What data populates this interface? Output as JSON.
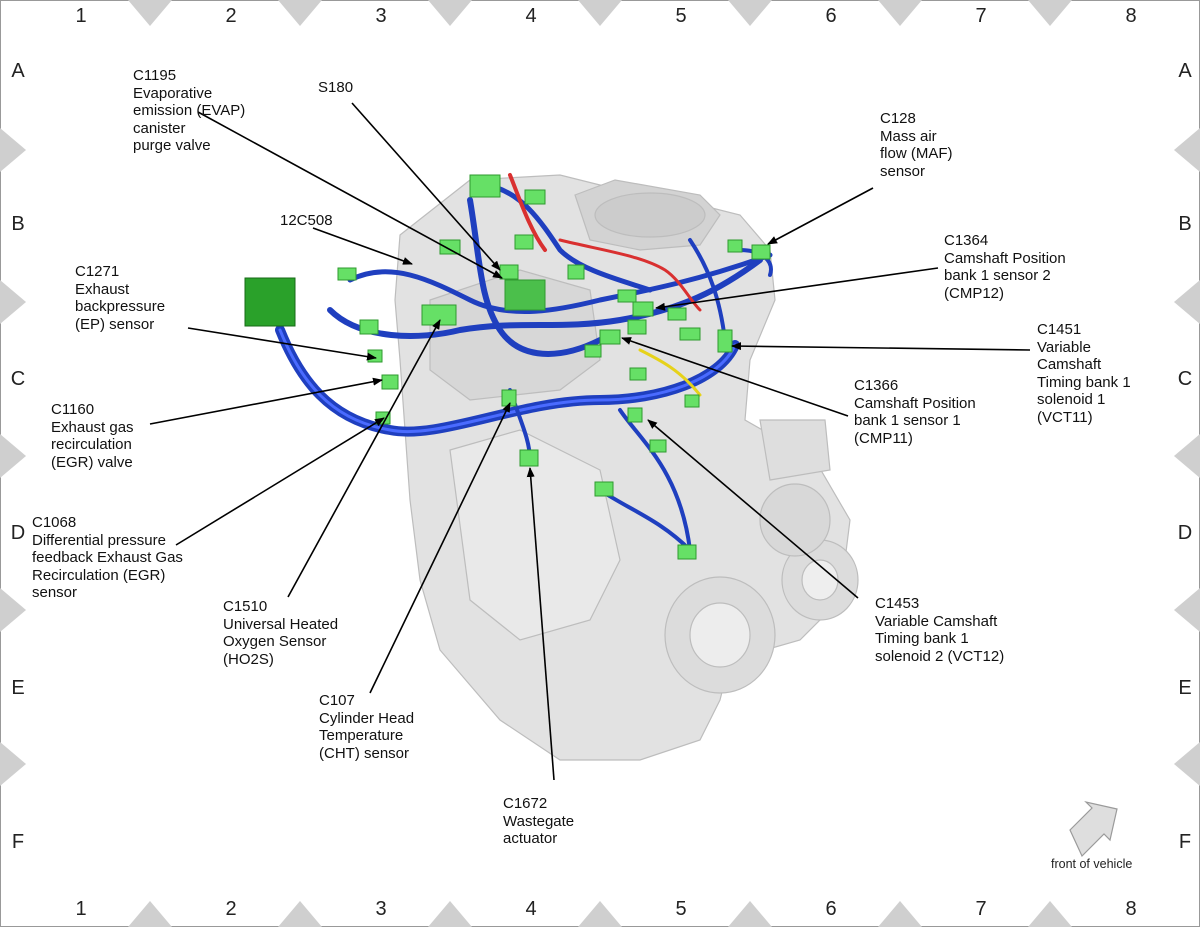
{
  "grid": {
    "columns": [
      "1",
      "2",
      "3",
      "4",
      "5",
      "6",
      "7",
      "8"
    ],
    "rows": [
      "A",
      "B",
      "C",
      "D",
      "E",
      "F"
    ]
  },
  "callouts": {
    "c1195": "C1195\nEvaporative\nemission (EVAP)\ncanister\npurge valve",
    "s180": "S180",
    "c128": "C128\nMass air\nflow (MAF)\nsensor",
    "c12c508": "12C508",
    "c1364": "C1364\nCamshaft Position\nbank 1 sensor 2\n(CMP12)",
    "c1271": "C1271\nExhaust\nbackpressure\n(EP) sensor",
    "c1451": "C1451\nVariable\nCamshaft\nTiming bank 1\nsolenoid 1\n(VCT11)",
    "c1366": "C1366\nCamshaft Position\nbank 1 sensor 1\n(CMP11)",
    "c1160": "C1160\nExhaust gas\nrecirculation\n(EGR) valve",
    "c1068": "C1068\nDifferential pressure\nfeedback Exhaust Gas\nRecirculation (EGR)\nsensor",
    "c1453": "C1453\nVariable Camshaft\nTiming bank 1\nsolenoid 2 (VCT12)",
    "c1510": "C1510\nUniversal Heated\nOxygen Sensor\n(HO2S)",
    "c107": "C107\nCylinder Head\nTemperature\n(CHT) sensor",
    "c1672": "C1672\nWastegate\nactuator"
  },
  "orientation": {
    "label": "front of vehicle",
    "icon": "front-arrow-icon"
  },
  "colors": {
    "harness": "#1f3fbf",
    "connector": "#66e066",
    "engine": "#d9d9d9",
    "border_marker": "#cfcfcf"
  }
}
